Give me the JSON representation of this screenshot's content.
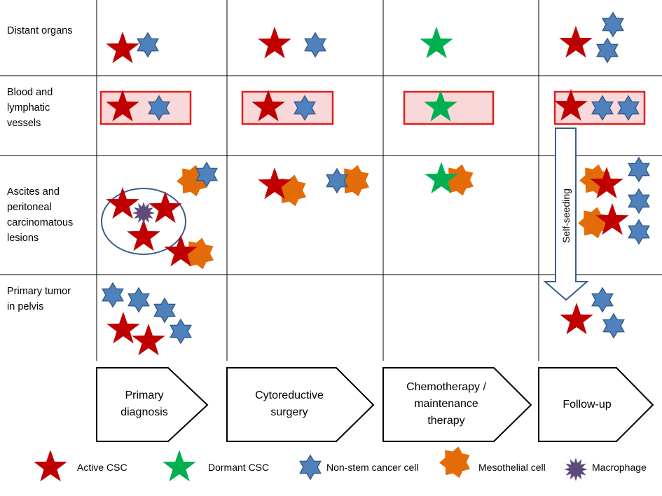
{
  "colors": {
    "active": "#c00000",
    "dormant": "#00b050",
    "non_stem": "#4f81bd",
    "non_stem_border": "#385d8a",
    "mesothelial": "#e36c09",
    "macrophage": "#604a7b",
    "vessel_fill": "#f8d8d8",
    "vessel_border": "#e02020",
    "ellipse_border": "#385d8a",
    "arrow_border": "#385d8a",
    "grid": "#000000"
  },
  "rows": {
    "distant": "Distant organs",
    "blood": "Blood and\nlymphatic\nvessels",
    "ascites": "Ascites and\nperitoneal\ncarcinomatous\nlesions",
    "primary": "Primary tumor\nin pelvis"
  },
  "stages": {
    "s1": "Primary\ndiagnosis",
    "s2": "Cytoreductive\nsurgery",
    "s3": "Chemotherapy /\nmaintenance\ntherapy",
    "s4": "Follow-up"
  },
  "self_seeding": "Self-seeding",
  "legend": {
    "active": "Active CSC",
    "dormant": "Dormant CSC",
    "non_stem": "Non-stem cancer cell",
    "mesothelial": "Mesothelial cell",
    "macrophage": "Macrophage"
  }
}
